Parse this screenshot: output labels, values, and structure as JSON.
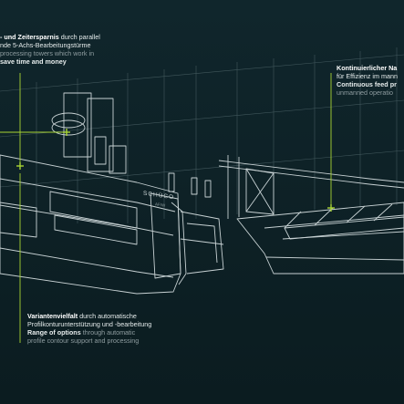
{
  "callouts": {
    "top_left": {
      "line1_bold": "- und Zeitersparnis",
      "line1_rest": " durch parallel",
      "line2": "nde 5-Achs-Bearbeitungstürme",
      "line3": "processing towers which work in",
      "line4": "save time and money"
    },
    "top_right": {
      "line1": "Kontinuierlicher Na",
      "line2": "für Effizienz im mann",
      "line3": "Continuous feed pr",
      "line4": "unmanned operatio"
    },
    "bottom": {
      "line1_bold": "Variantenvielfalt",
      "line1_rest": " durch automatische",
      "line2": "Profilkonturunterstützung und -bearbeitung",
      "line3_bold": "Range of options",
      "line3_rest": " through automatic",
      "line4": "profile contour support and processing"
    }
  },
  "machine": {
    "brand": "SCHÜCO",
    "model": "AF/W"
  },
  "colors": {
    "accent": "#a9d534",
    "background": "#0d1f24",
    "line": "#c7d1d3"
  }
}
